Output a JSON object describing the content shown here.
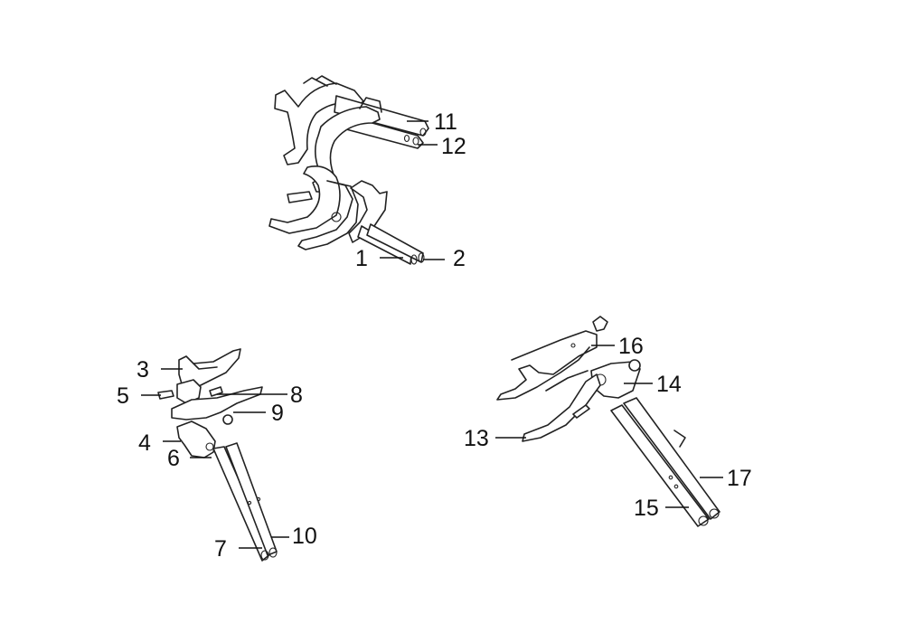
{
  "callouts": [
    {
      "id": "1",
      "label": "1"
    },
    {
      "id": "2",
      "label": "2"
    },
    {
      "id": "3",
      "label": "3"
    },
    {
      "id": "4",
      "label": "4"
    },
    {
      "id": "5",
      "label": "5"
    },
    {
      "id": "6",
      "label": "6"
    },
    {
      "id": "7",
      "label": "7"
    },
    {
      "id": "8",
      "label": "8"
    },
    {
      "id": "9",
      "label": "9"
    },
    {
      "id": "10",
      "label": "10"
    },
    {
      "id": "11",
      "label": "11"
    },
    {
      "id": "12",
      "label": "12"
    },
    {
      "id": "13",
      "label": "13"
    },
    {
      "id": "14",
      "label": "14"
    },
    {
      "id": "15",
      "label": "15"
    },
    {
      "id": "16",
      "label": "16"
    },
    {
      "id": "17",
      "label": "17"
    }
  ],
  "colors": {
    "line": "#222222",
    "background": "#ffffff"
  }
}
